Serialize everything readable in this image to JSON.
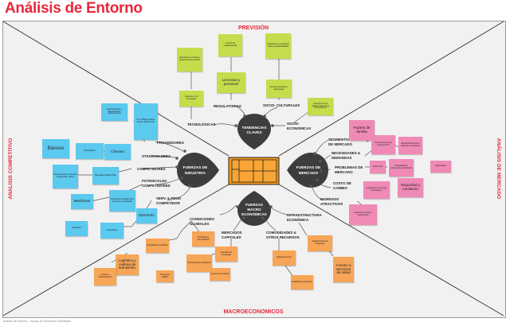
{
  "title": "Análisis de Entorno",
  "sections": {
    "top": "PREVISIÓN",
    "bottom": "MACROECONOMICOS",
    "left": "ANALISIS COMPETITIVO",
    "right": "ANÁLISIS DE MERCADO"
  },
  "hubs": {
    "tendencias": "TENDENCIAS CLAVES",
    "industria": "FUERZAS DE INDUSTRIA",
    "mercado": "FUERZAS DE MERCADO",
    "macro": "FUERZAS MACRO ECONÓMICAS"
  },
  "labels": {
    "tecnologicas": "TECNOLÓGICAS",
    "regulatorias": "REGULATORIAS",
    "socioculturales": "SOCIO- CULTURALES",
    "socioeconomicas": "SOCIO- ECONOMICAS",
    "proveedores": "PROVEEDORES",
    "stakeholders": "STAKEHOLDERS",
    "competidores": "COMPETIDORES",
    "potenciales": "POTENCIALES COMPETIDORES",
    "serv": "SERV. & PROD. COMPETIDOR",
    "segmentos": "SEGMENTOS DE MERCADO",
    "necesidades": "NECESIDADES & DEMANDAS",
    "problemas": "PROBLEMAS DE MERCADO",
    "costo": "COSTO DE CAMBIO",
    "ingresos": "INGRESOS ATRACTIVOS",
    "condiciones": "CONDICIONES GLOBALES",
    "mercados": "MERCADOS CAPITALES",
    "comodidades": "COMODIDADES & OTROS RECURSOS",
    "infraestructura": "INFRAESTRUCTURA ECONÓMICA"
  },
  "notes": {
    "g1": "Aplicaciones móviles y experiencia de usuario",
    "g2": "Avances en la tecnología",
    "g3": "Control de medicamentos",
    "g4": "Licencias y permisos",
    "g5": "Educación y conciencia sobre la sostenibilidad",
    "g6": "Normas culturales y lingüísticas",
    "g7": "Cambios en las preferencias de los consumidores",
    "b1": "Farmacéuticas y fabricantes de medicamentos",
    "b2": "Inst. Público (Salud, Policía, Bogot, Etc)",
    "b3": "Bancos",
    "b4": "Proveedores",
    "b5": "Clientes",
    "b6": "Personal mayor, Jóvenes, Deportistas, Salud",
    "b7": "Mercados tradicionales",
    "b8": "Medicinas",
    "b9": "Productos naturales para la salud y el bienestar",
    "b10": "Directorio",
    "b11": "Suministro",
    "b12": "Indicadores",
    "p1": "Padres de familia",
    "p2": "Promociones para personas 50+",
    "p3": "Monitorización de la salud de los abuelos",
    "p4": "Saturación",
    "p5": "Necesidad de información profesional",
    "p6": "Alternativas",
    "p7": "Integración de nuevas tecnologías",
    "p8": "Seguridad y confianza",
    "p9": "Asistencia remota y teleconsulta",
    "o1": "Regulaciones políticas",
    "o2": "Tecnología y comunicación",
    "o3": "Logística y cadena de suministro",
    "o4": "Fluctuaciones cambiarias",
    "o5": "Inversión en tecnología",
    "o6": "Acceso a financiamiento",
    "o7": "Materias primas",
    "o8": "Estabilidad económica",
    "o9": "Infraestructura de transporte",
    "o10": "Acceso a servicios de salud",
    "o11": "Costos de operación",
    "o12": "Transporte público"
  },
  "footer": "Análisis de Entorno – Equipo de Desarrollo Estratégico",
  "colors": {
    "accent": "#e8283c",
    "hub": "#3d3d3d",
    "center": "#f59a1b",
    "note_blue": "#5cc9ee",
    "note_green": "#c6dc4c",
    "note_pink": "#ef8ab7",
    "note_orange": "#f7a556"
  }
}
